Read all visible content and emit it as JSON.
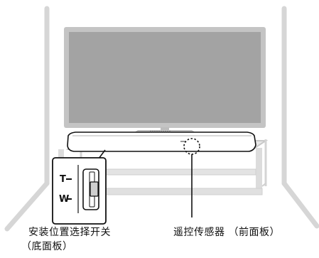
{
  "labels": {
    "switch_line1": "安装位置选择开关",
    "switch_line2": "（底面板）",
    "sensor": "遥控传感器 （前面板）"
  },
  "switch_inset": {
    "position_t": "T",
    "position_w": "W"
  },
  "colors": {
    "wall": "#d6d6d6",
    "tv_frame": "#c4c4c4",
    "tv_screen": "#a3a3a3",
    "cabinet": "#e3e3e3",
    "cabinet_edge": "#c8c8c8",
    "soundbar": "#ffffff",
    "line": "#111111"
  },
  "icons": {
    "sensor": "dashed-circle-icon",
    "switch": "slide-switch-icon"
  }
}
